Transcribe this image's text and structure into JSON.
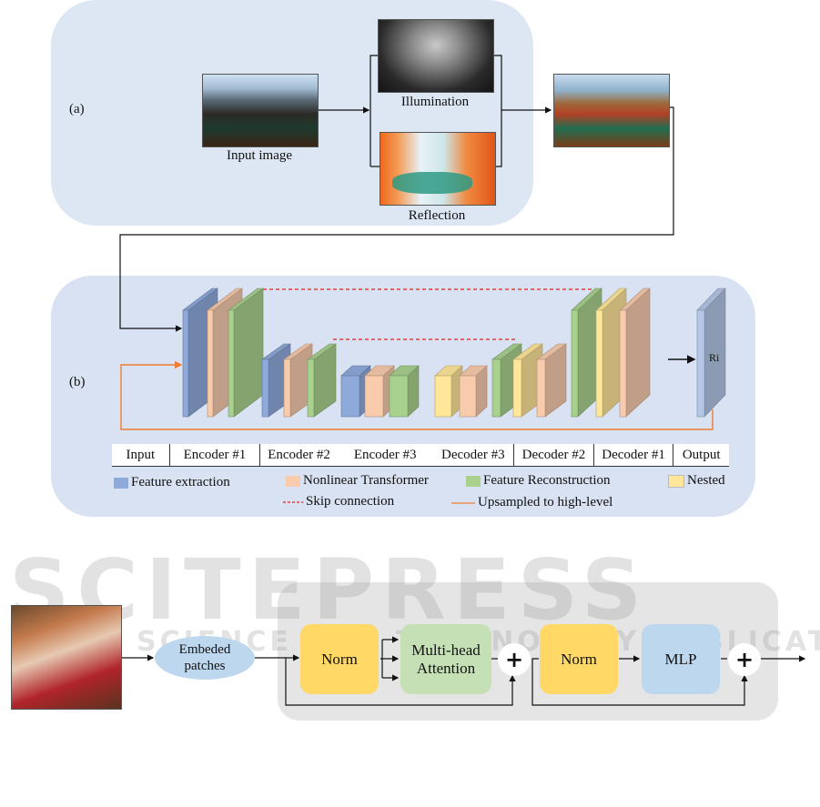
{
  "panel_a": {
    "label": "(a)",
    "input_caption": "Input image",
    "illumination_caption": "Illumination",
    "reflection_caption": "Reflection"
  },
  "panel_b": {
    "label": "(b)",
    "output_block_label": "Ri",
    "stages": [
      "Input",
      "Encoder #1",
      "Encoder #2",
      "Encoder #3",
      "Decoder #3",
      "Decoder #2",
      "Decoder #1",
      "Output"
    ],
    "legend": {
      "feature_extraction": {
        "label": "Feature extraction",
        "color": "#8eaadb"
      },
      "nonlinear_transformer": {
        "label": "Nonlinear Transformer",
        "color": "#f8cbad"
      },
      "feature_reconstruction": {
        "label": "Feature Reconstruction",
        "color": "#a9d18e"
      },
      "nested": {
        "label": "Nested",
        "color": "#ffe699"
      },
      "skip_connection": {
        "label": "Skip connection",
        "color": "#e02020"
      },
      "upsampled": {
        "label": "Upsampled to high-level",
        "color": "#ed7d31"
      }
    }
  },
  "panel_c": {
    "embed_label_line1": "Embeded",
    "embed_label_line2": "patches",
    "norm1": "Norm",
    "attention_line1": "Multi-head",
    "attention_line2": "Attention",
    "norm2": "Norm",
    "mlp": "MLP",
    "plus": "+"
  },
  "watermark": {
    "main": "SCITEPRESS",
    "sub": "SCIENCE AND TECHNOLOGY PUBLICATIONS"
  }
}
